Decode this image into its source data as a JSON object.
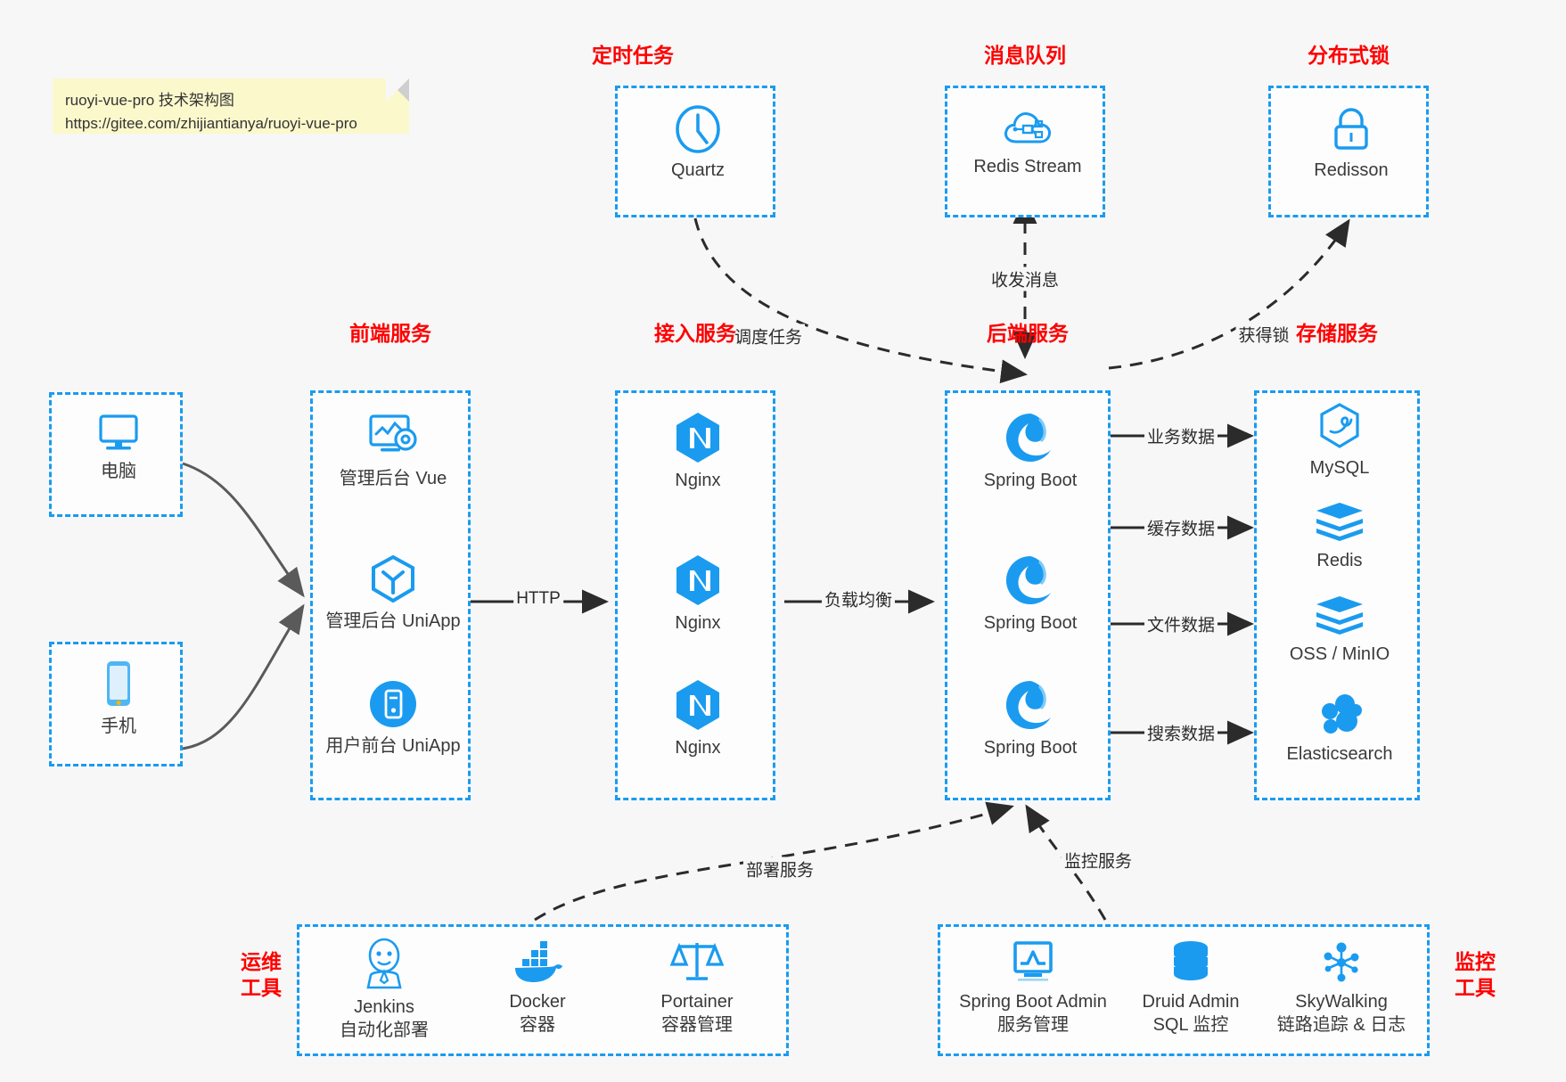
{
  "note": {
    "line1": "ruoyi-vue-pro 技术架构图",
    "line2": "https://gitee.com/zhijiantianya/ruoyi-vue-pro"
  },
  "colors": {
    "group_border": "#1a9bf0",
    "group_title": "#ff0000",
    "icon_blue": "#1a9bf0",
    "spring_green": "#1a9bf0",
    "background": "#f7f7f7",
    "note_bg": "#fbf8cc",
    "edge": "#333333",
    "curve_gray": "#5a5a5a"
  },
  "groups": {
    "scheduler": {
      "title": "定时任务",
      "nodes": [
        {
          "label": "Quartz",
          "icon": "clock-icon"
        }
      ]
    },
    "mq": {
      "title": "消息队列",
      "nodes": [
        {
          "label": "Redis Stream",
          "icon": "cloud-stream-icon"
        }
      ]
    },
    "lock": {
      "title": "分布式锁",
      "nodes": [
        {
          "label": "Redisson",
          "icon": "lock-icon"
        }
      ]
    },
    "clients": {
      "nodes": [
        {
          "label": "电脑",
          "icon": "desktop-icon"
        },
        {
          "label": "手机",
          "icon": "mobile-icon"
        }
      ]
    },
    "frontend": {
      "title": "前端服务",
      "nodes": [
        {
          "label": "管理后台 Vue",
          "icon": "dashboard-gear-icon"
        },
        {
          "label": "管理后台 UniApp",
          "icon": "cube-icon"
        },
        {
          "label": "用户前台 UniApp",
          "icon": "app-circle-icon"
        }
      ]
    },
    "gateway": {
      "title": "接入服务",
      "nodes": [
        {
          "label": "Nginx",
          "icon": "nginx-icon"
        },
        {
          "label": "Nginx",
          "icon": "nginx-icon"
        },
        {
          "label": "Nginx",
          "icon": "nginx-icon"
        }
      ]
    },
    "backend": {
      "title": "后端服务",
      "nodes": [
        {
          "label": "Spring Boot",
          "icon": "spring-icon"
        },
        {
          "label": "Spring Boot",
          "icon": "spring-icon"
        },
        {
          "label": "Spring Boot",
          "icon": "spring-icon"
        }
      ]
    },
    "storage": {
      "title": "存储服务",
      "nodes": [
        {
          "label": "MySQL",
          "icon": "mysql-icon"
        },
        {
          "label": "Redis",
          "icon": "redis-icon"
        },
        {
          "label": "OSS / MinIO",
          "icon": "oss-icon"
        },
        {
          "label": "Elasticsearch",
          "icon": "elasticsearch-icon"
        }
      ]
    },
    "devops": {
      "title_line1": "运维",
      "title_line2": "工具",
      "nodes": [
        {
          "label": "Jenkins",
          "sub": "自动化部署",
          "icon": "jenkins-icon"
        },
        {
          "label": "Docker",
          "sub": "容器",
          "icon": "docker-icon"
        },
        {
          "label": "Portainer",
          "sub": "容器管理",
          "icon": "scales-icon"
        }
      ]
    },
    "monitor": {
      "title_line1": "监控",
      "title_line2": "工具",
      "nodes": [
        {
          "label": "Spring Boot Admin",
          "sub": "服务管理",
          "icon": "monitor-chart-icon"
        },
        {
          "label": "Druid Admin",
          "sub": "SQL 监控",
          "icon": "database-icon"
        },
        {
          "label": "SkyWalking",
          "sub": "链路追踪 & 日志",
          "icon": "network-nodes-icon"
        }
      ]
    }
  },
  "edges": [
    {
      "id": "http",
      "label": "HTTP",
      "from": "frontend",
      "to": "gateway",
      "style": "solid"
    },
    {
      "id": "lb",
      "label": "负载均衡",
      "from": "gateway",
      "to": "backend",
      "style": "solid"
    },
    {
      "id": "schedule",
      "label": "调度任务",
      "from": "scheduler",
      "to": "backend",
      "style": "dashed"
    },
    {
      "id": "mq",
      "label": "收发消息",
      "from": "mq",
      "to": "backend",
      "style": "dashed-bidirectional"
    },
    {
      "id": "lock",
      "label": "获得锁",
      "from": "backend",
      "to": "lock",
      "style": "dashed"
    },
    {
      "id": "biz",
      "label": "业务数据",
      "from": "backend",
      "to": "storage",
      "style": "solid"
    },
    {
      "id": "cache",
      "label": "缓存数据",
      "from": "backend",
      "to": "storage",
      "style": "solid"
    },
    {
      "id": "file",
      "label": "文件数据",
      "from": "backend",
      "to": "storage",
      "style": "solid"
    },
    {
      "id": "search",
      "label": "搜索数据",
      "from": "backend",
      "to": "storage",
      "style": "solid"
    },
    {
      "id": "deploy",
      "label": "部署服务",
      "from": "devops",
      "to": "backend",
      "style": "dashed"
    },
    {
      "id": "observe",
      "label": "监控服务",
      "from": "monitor",
      "to": "backend",
      "style": "dashed"
    }
  ]
}
